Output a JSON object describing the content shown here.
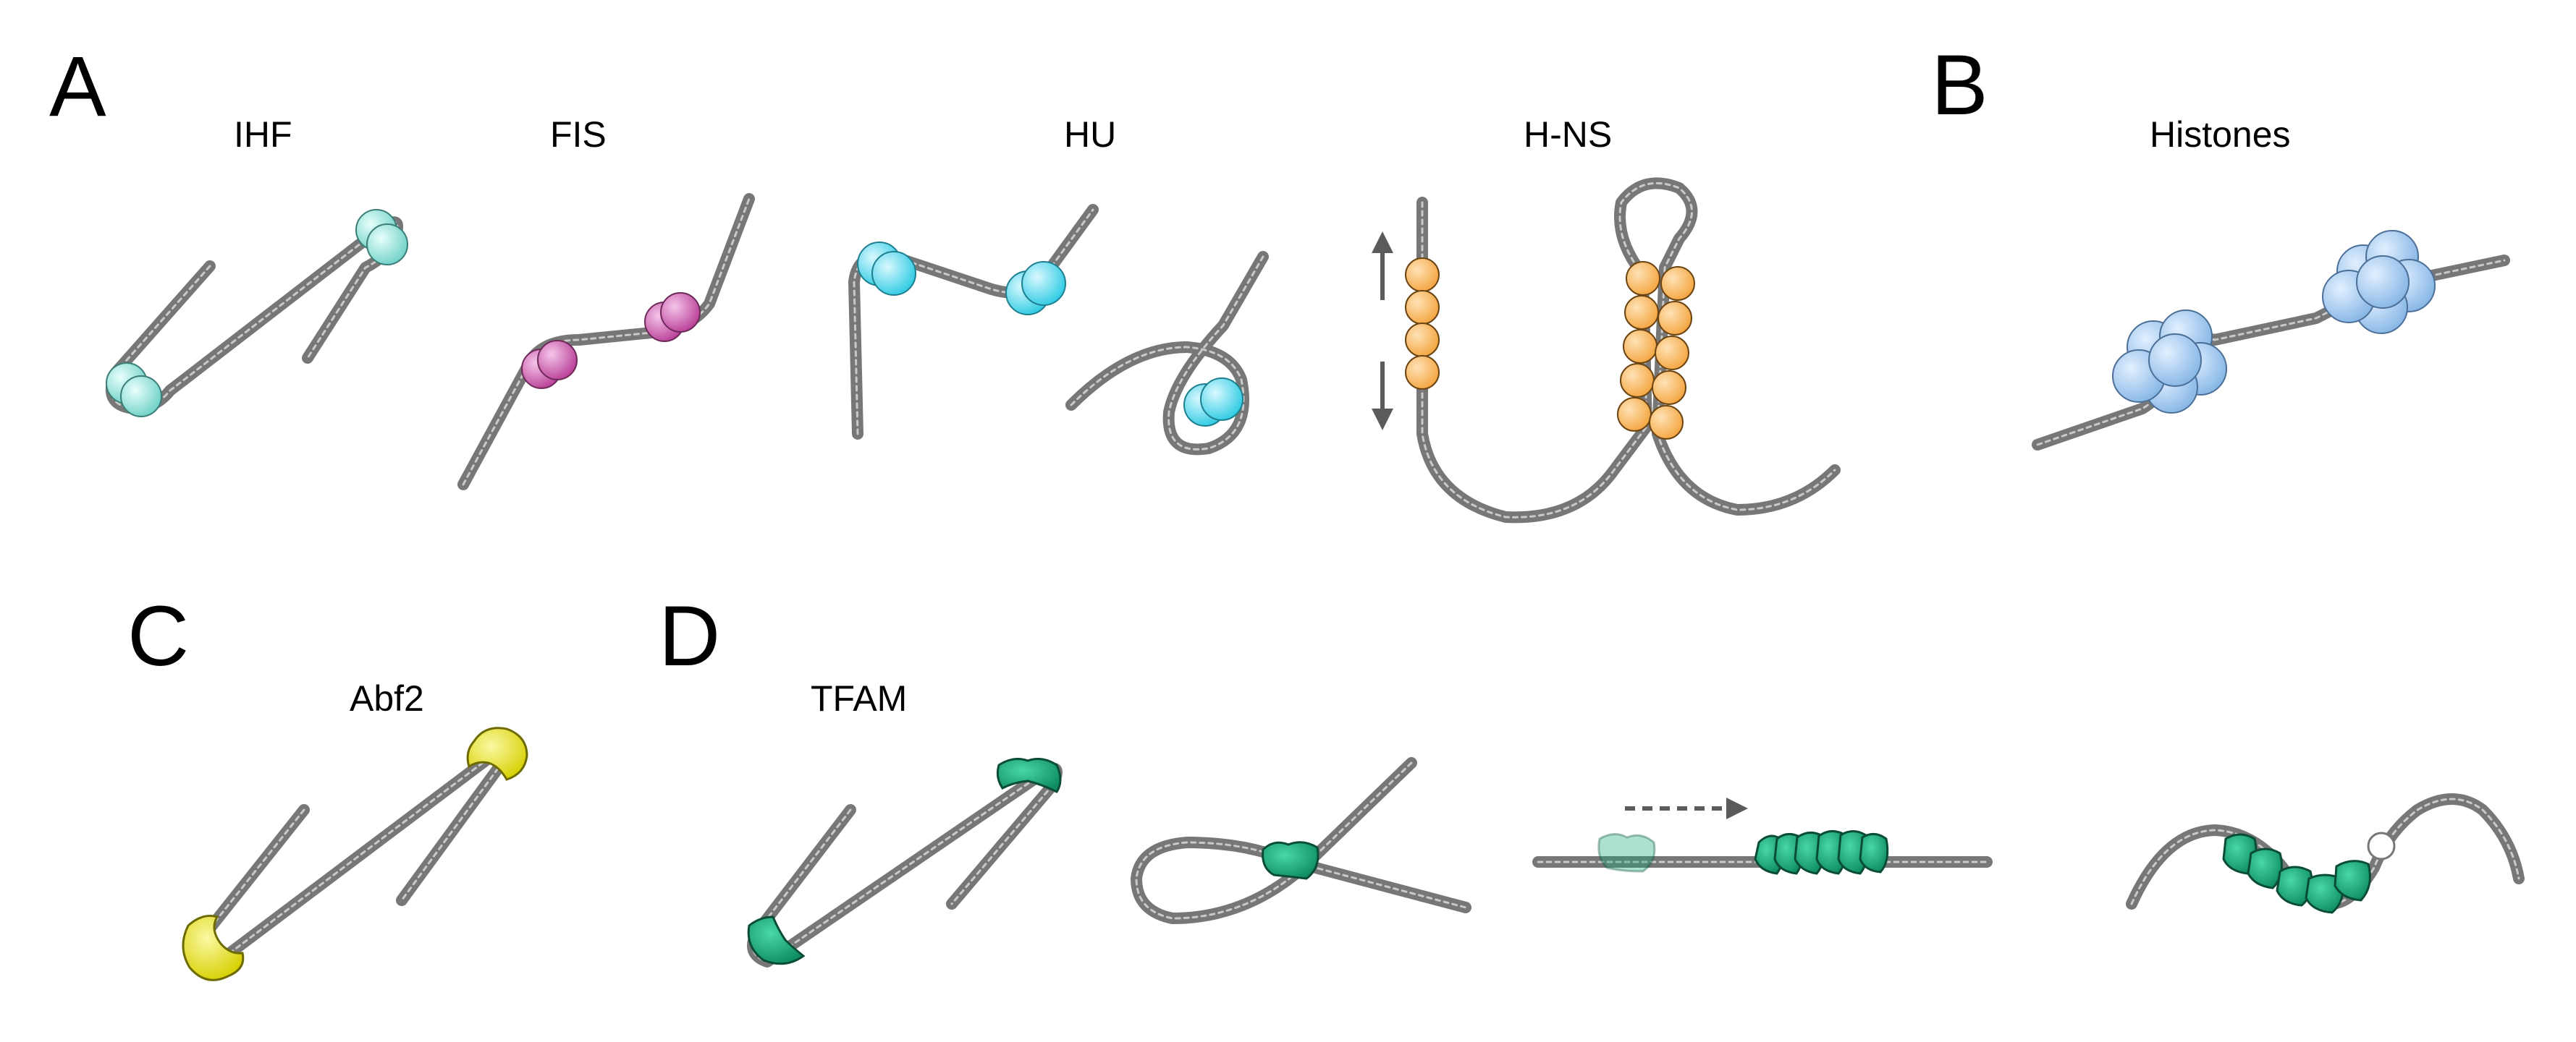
{
  "panels": {
    "A": {
      "letter": "A",
      "labels": {
        "ihf": "IHF",
        "fis": "FIS",
        "hu": "HU",
        "hns": "H-NS"
      }
    },
    "B": {
      "letter": "B",
      "labels": {
        "histones": "Histones"
      }
    },
    "C": {
      "letter": "C",
      "labels": {
        "abf2": "Abf2"
      }
    },
    "D": {
      "letter": "D",
      "labels": {
        "tfam": "TFAM"
      }
    }
  },
  "colors": {
    "ihf": "#8fded6",
    "fis": "#c956a8",
    "hu": "#4fd6ea",
    "hns": "#f7b45a",
    "histones": "#9cc6ee",
    "abf2": "#e7e21f",
    "tfam": "#18a77a",
    "dna": "#777777"
  }
}
